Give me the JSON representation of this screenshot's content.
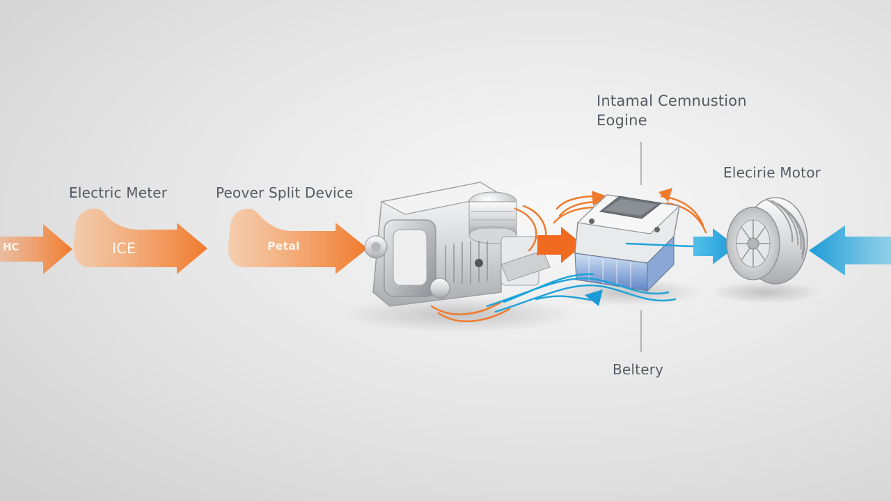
{
  "labels": {
    "hc": "HC",
    "ice": "ICE",
    "petal": "Petal",
    "electric_motor_left": "Electric Meter",
    "power_split_device": "Peover Split Device",
    "ice_title_line1": "Intamal Cemnustion",
    "ice_title_line2": "Eogine",
    "electric_motor_right": "Elecirie Motor",
    "battery": "Beltery"
  },
  "colors": {
    "orange_flow": "#f07a2c",
    "blue_flow": "#1fa3da",
    "label_text": "#555a60",
    "leader_line": "#8a8a8a",
    "background": "#e6e6e6"
  }
}
